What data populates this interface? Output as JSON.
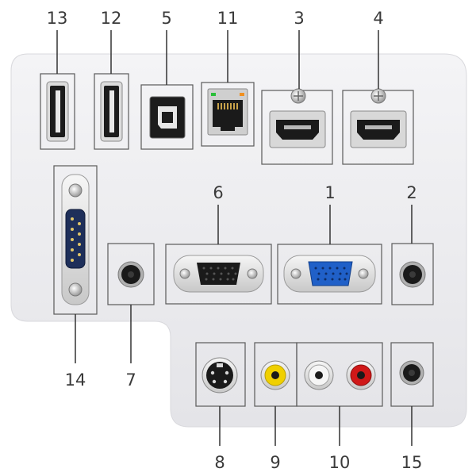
{
  "labels": {
    "usb_a_1": "13",
    "usb_a_2": "12",
    "usb_b": "5",
    "lan": "11",
    "hdmi_1": "3",
    "hdmi_2": "4",
    "rs232": "14",
    "audio_in_left": "7",
    "vga_out": "6",
    "vga_in": "1",
    "audio_in_right": "2",
    "s_video": "8",
    "video_composite": "9",
    "audio_rca": "10",
    "audio_out": "15"
  },
  "colors": {
    "panel": "#ececef",
    "vga_in_connector": "#2060c8",
    "composite_yellow": "#f0d000",
    "rca_white": "#f5f5f5",
    "rca_red": "#d01818",
    "lan_led_green": "#2bbf3a",
    "lan_led_orange": "#f09020"
  }
}
